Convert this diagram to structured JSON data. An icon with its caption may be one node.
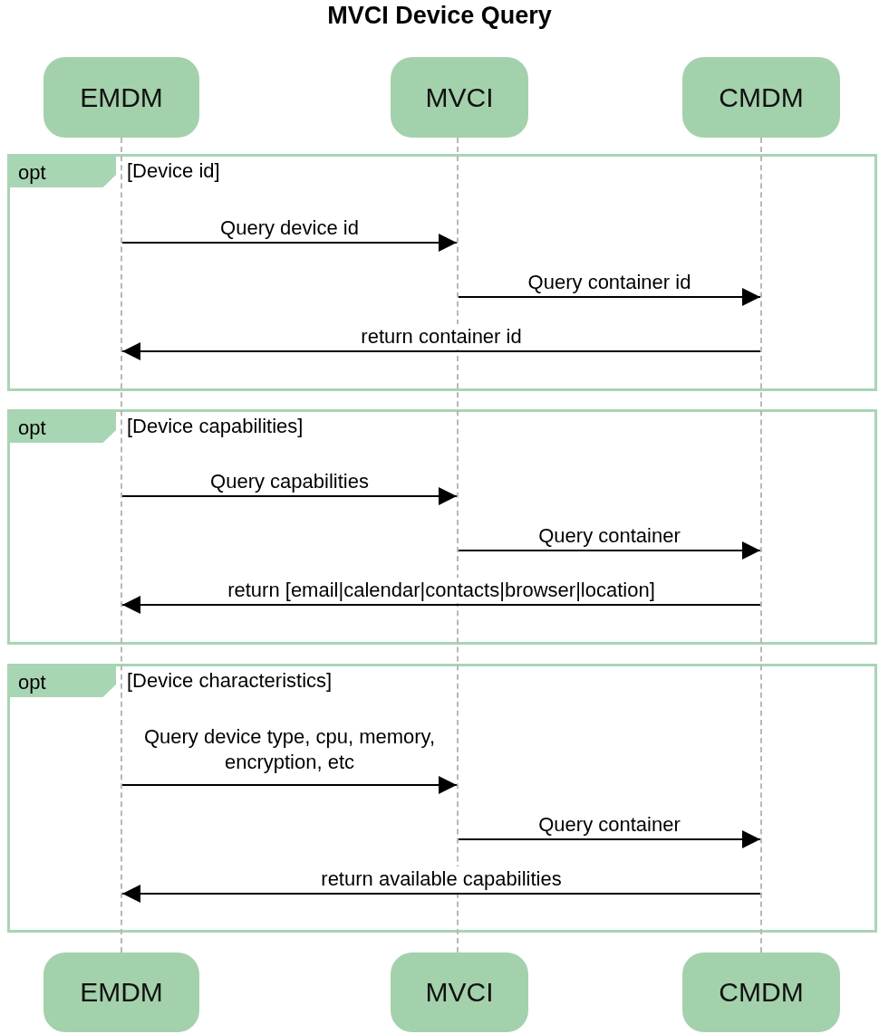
{
  "diagram": {
    "title": "MVCI Device Query",
    "nodes": [
      {
        "text": [
          "EMDM"
        ]
      },
      {
        "text": [
          "MVCI"
        ]
      },
      {
        "text": [
          "CMDM"
        ]
      },
      {
        "text": [],
        "shape": "line"
      },
      {
        "text": [],
        "shape": "line"
      },
      {
        "text": [],
        "shape": "line"
      },
      {
        "text": [
          "opt",
          "[Device id]"
        ]
      },
      {
        "text": [
          "opt",
          "[Device capabilities]"
        ]
      },
      {
        "text": [
          "opt",
          "[Device characteristics]"
        ]
      },
      {
        "text": [
          "EMDM"
        ]
      },
      {
        "text": [
          "MVCI"
        ]
      },
      {
        "text": [
          "CMDM"
        ]
      }
    ],
    "edges": [
      {
        "from": 3,
        "to": 4,
        "arrow": "to",
        "label": "Query device id"
      },
      {
        "from": 4,
        "to": 5,
        "arrow": "to",
        "label": "Query container id"
      },
      {
        "from": 5,
        "to": 3,
        "arrow": "to",
        "label": "return container id"
      },
      {
        "from": 3,
        "to": 4,
        "arrow": "to",
        "label": "Query capabilities"
      },
      {
        "from": 4,
        "to": 5,
        "arrow": "to",
        "label": "Query container"
      },
      {
        "from": 5,
        "to": 3,
        "arrow": "to",
        "label": "return [email|calendar|contacts|browser|location]"
      },
      {
        "from": 3,
        "to": 4,
        "arrow": "to",
        "label": "Query device type, cpu, memory, encryption, etc"
      },
      {
        "from": 4,
        "to": 5,
        "arrow": "to",
        "label": "Query container"
      },
      {
        "from": 5,
        "to": 3,
        "arrow": "to",
        "label": "return available capabilities"
      }
    ]
  }
}
